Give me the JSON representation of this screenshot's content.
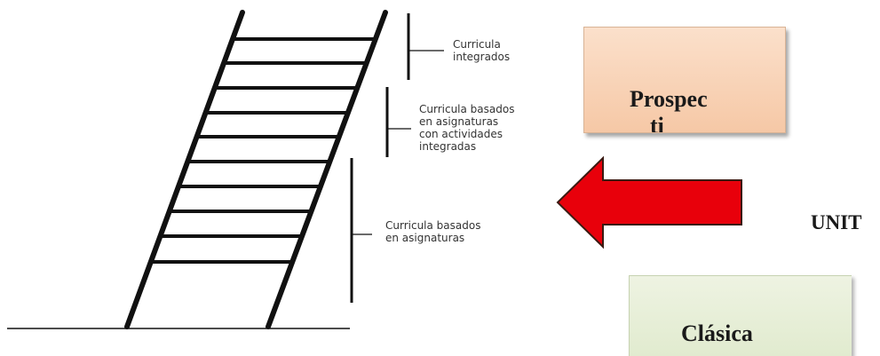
{
  "labels": {
    "integrados": [
      "Curricula",
      "integrados"
    ],
    "actividades": [
      "Curricula basados",
      "en asignaturas",
      "con actividades",
      "integradas"
    ],
    "asignaturas": [
      "Curricula basados",
      "en asignaturas"
    ]
  },
  "boxes": {
    "prospec": {
      "line1": "Prospec",
      "line2": "ti"
    },
    "unit": "UNIT",
    "clasica": "Clásica"
  },
  "colors": {
    "arrow_fill": "#e8000b",
    "arrow_outline": "#3a1a12",
    "prospec_box": "#f6c8a6",
    "clasica_box": "#e1ebcf",
    "ladder": "#111111"
  }
}
